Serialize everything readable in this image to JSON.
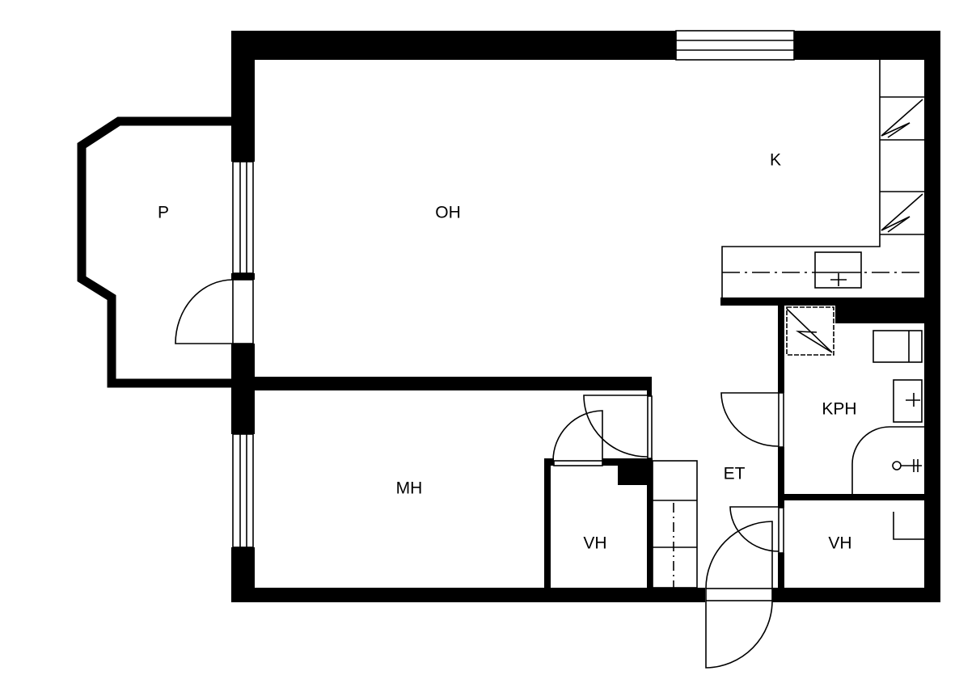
{
  "rooms": {
    "balcony": "P",
    "living_room": "OH",
    "kitchen": "K",
    "bedroom": "MH",
    "closet_left": "VH",
    "hallway": "ET",
    "bathroom": "KPH",
    "closet_right": "VH"
  },
  "colors": {
    "wall": "#000000",
    "background": "#ffffff"
  }
}
